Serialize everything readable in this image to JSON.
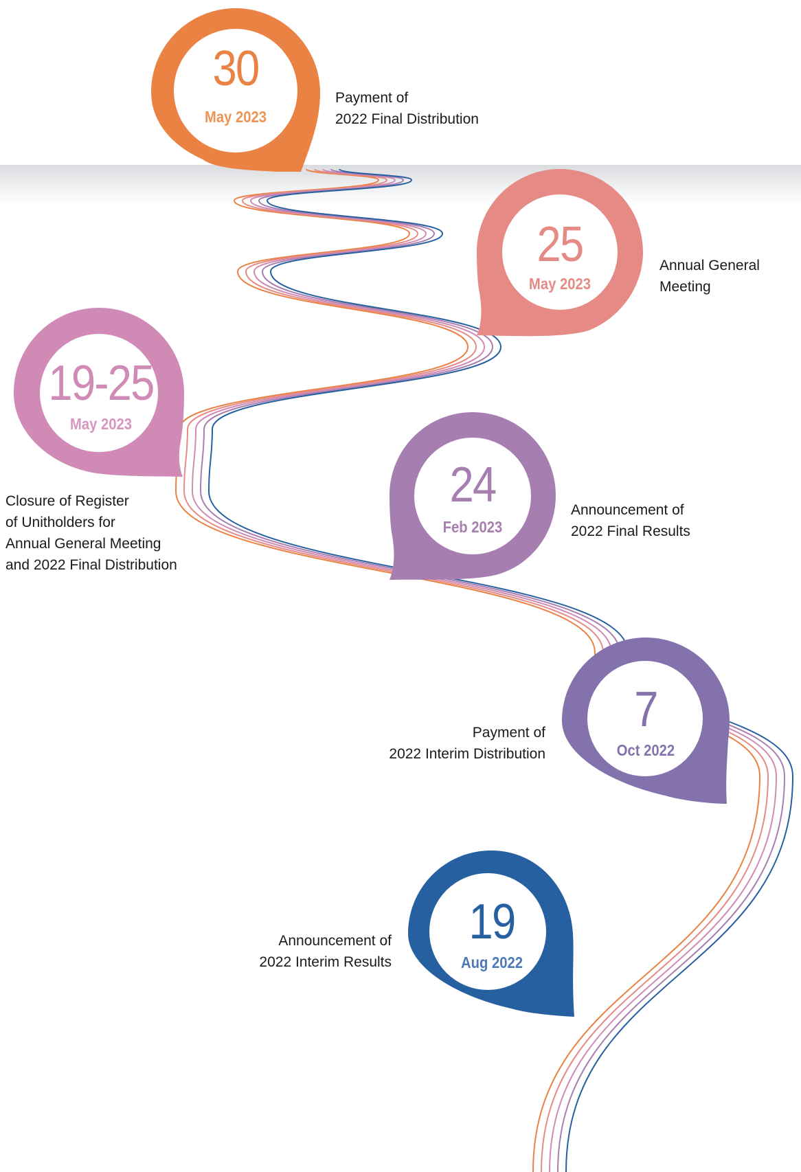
{
  "colors": {
    "orange": "#ea8243",
    "salmon": "#e68a85",
    "pink": "#cf8ab5",
    "violet": "#a77eb0",
    "purple": "#8472ac",
    "blue": "#2760a1",
    "orange_text": "#ee9455",
    "pink_text": "#d696c0",
    "blue_text": "#4e78b8"
  },
  "milestones": [
    {
      "day": "30",
      "date": "May 2023",
      "label": "Payment of\n2022 Final Distribution"
    },
    {
      "day": "25",
      "date": "May 2023",
      "label": "Annual General\nMeeting"
    },
    {
      "day": "19-25",
      "date": "May 2023",
      "label": "Closure of Register\nof Unitholders for\nAnnual General Meeting\nand 2022 Final Distribution"
    },
    {
      "day": "24",
      "date": "Feb 2023",
      "label": "Announcement of\n2022 Final Results"
    },
    {
      "day": "7",
      "date": "Oct 2022",
      "label": "Payment of\n2022 Interim Distribution"
    },
    {
      "day": "19",
      "date": "Aug 2022",
      "label": "Announcement of\n2022 Interim Results"
    }
  ]
}
